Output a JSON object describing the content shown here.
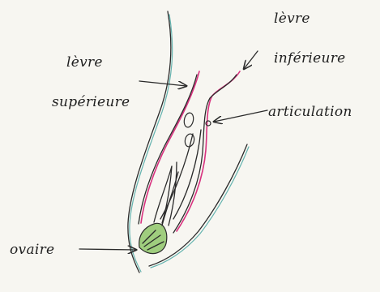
{
  "labels": {
    "levre_superieure_1": "lèvre",
    "levre_superieure_2": "supérieure",
    "levre_inferieure_1": "lèvre",
    "levre_inferieure_2": "inférieure",
    "articulation": "articulation",
    "ovaire": "ovaire"
  },
  "colors": {
    "ink": "#2a2a2a",
    "petal_teal": "#4aa7a3",
    "lip_pink": "#d8327f",
    "ovary_green": "#9fcd7e",
    "paper": "#f7f6f1"
  }
}
